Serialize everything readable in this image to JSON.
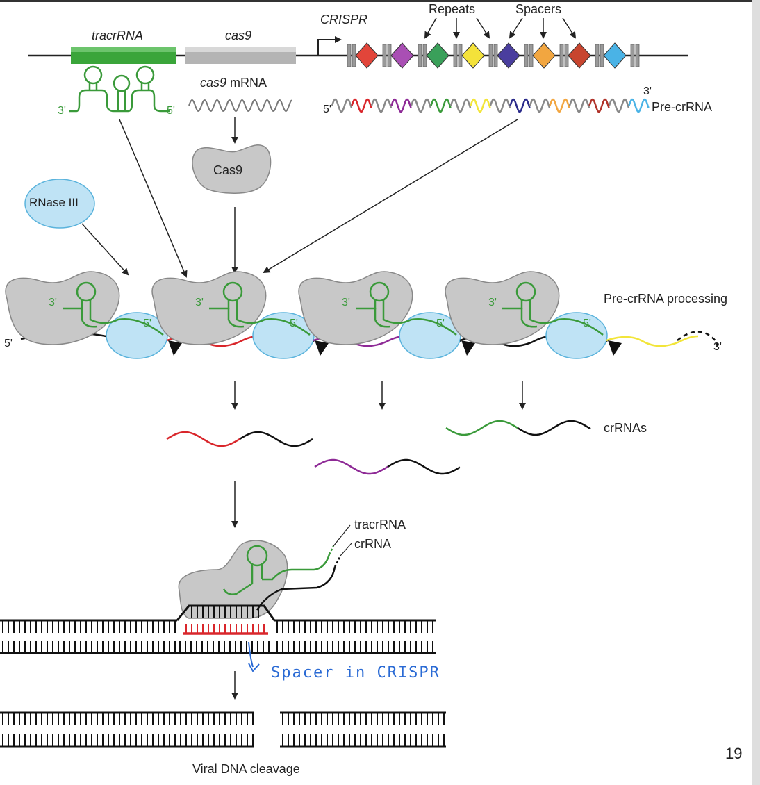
{
  "labels": {
    "tracrRNA_gene": "tracrRNA",
    "cas9_gene": "cas9",
    "crispr": "CRISPR",
    "repeats": "Repeats",
    "spacers": "Spacers",
    "cas9_mrna_italic": "cas9",
    "cas9_mrna_rest": " mRNA",
    "pre_crrna": "Pre-crRNA",
    "cas9_protein": "Cas9",
    "rnase": "RNase III",
    "processing": "Pre-crRNA processing",
    "crrnas": "crRNAs",
    "complex_tracr": "tracrRNA",
    "complex_cr": "crRNA",
    "cleavage": "Viral DNA cleavage",
    "annotation": "Spacer in CRISPR",
    "page_number": "19",
    "three_prime": "3'",
    "five_prime": "5'"
  },
  "colors": {
    "green": "#3a9a3a",
    "red": "#d9262b",
    "purple": "#8e2a96",
    "black": "#111111",
    "yellow": "#f2e53a",
    "grey_protein": "#c8c8c8",
    "rnase_blue": "#bfe3f5",
    "handwriting": "#2a6ad4"
  },
  "spacer_colors": [
    "#e2453a",
    "#a94fb4",
    "#3aa05a",
    "#f4e23a",
    "#4a3e9e",
    "#f2a640",
    "#c8452f",
    "#4ab3e6"
  ],
  "pre_crrna_segments": [
    "#888888",
    "#d9262b",
    "#888888",
    "#8e2a96",
    "#888888",
    "#3a9a3a",
    "#888888",
    "#f2e53a",
    "#888888",
    "#2a2a8a",
    "#888888",
    "#f2a640",
    "#888888",
    "#b0332a",
    "#888888",
    "#4ab3e6"
  ],
  "icons": {
    "repeat_icon": "grey-bar",
    "spacer_icon": "colored-diamond",
    "promoter_icon": "bent-arrow",
    "cleavage_site_icon": "black-triangle"
  }
}
